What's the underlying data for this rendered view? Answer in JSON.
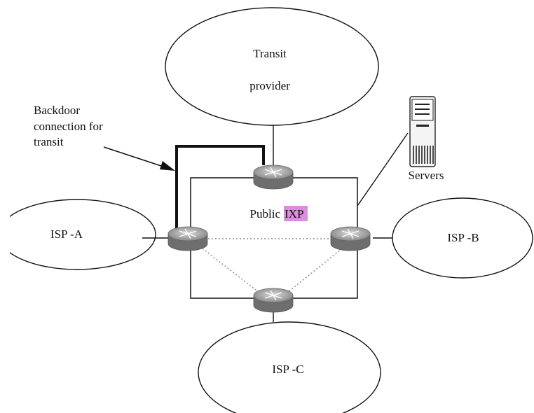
{
  "nodes": {
    "transit_provider": {
      "line1": "Transit",
      "line2": "provider"
    },
    "isp_a": {
      "label": "ISP -A"
    },
    "isp_b": {
      "label": "ISP -B"
    },
    "isp_c": {
      "label": "ISP -C"
    },
    "servers": {
      "label": "Servers"
    }
  },
  "ixp": {
    "label_prefix": "Public",
    "label_highlight": "IXP",
    "highlight_color": "#d98fd9"
  },
  "annotation": {
    "line1": "Backdoor",
    "line2": "connection for",
    "line3": "transit"
  }
}
